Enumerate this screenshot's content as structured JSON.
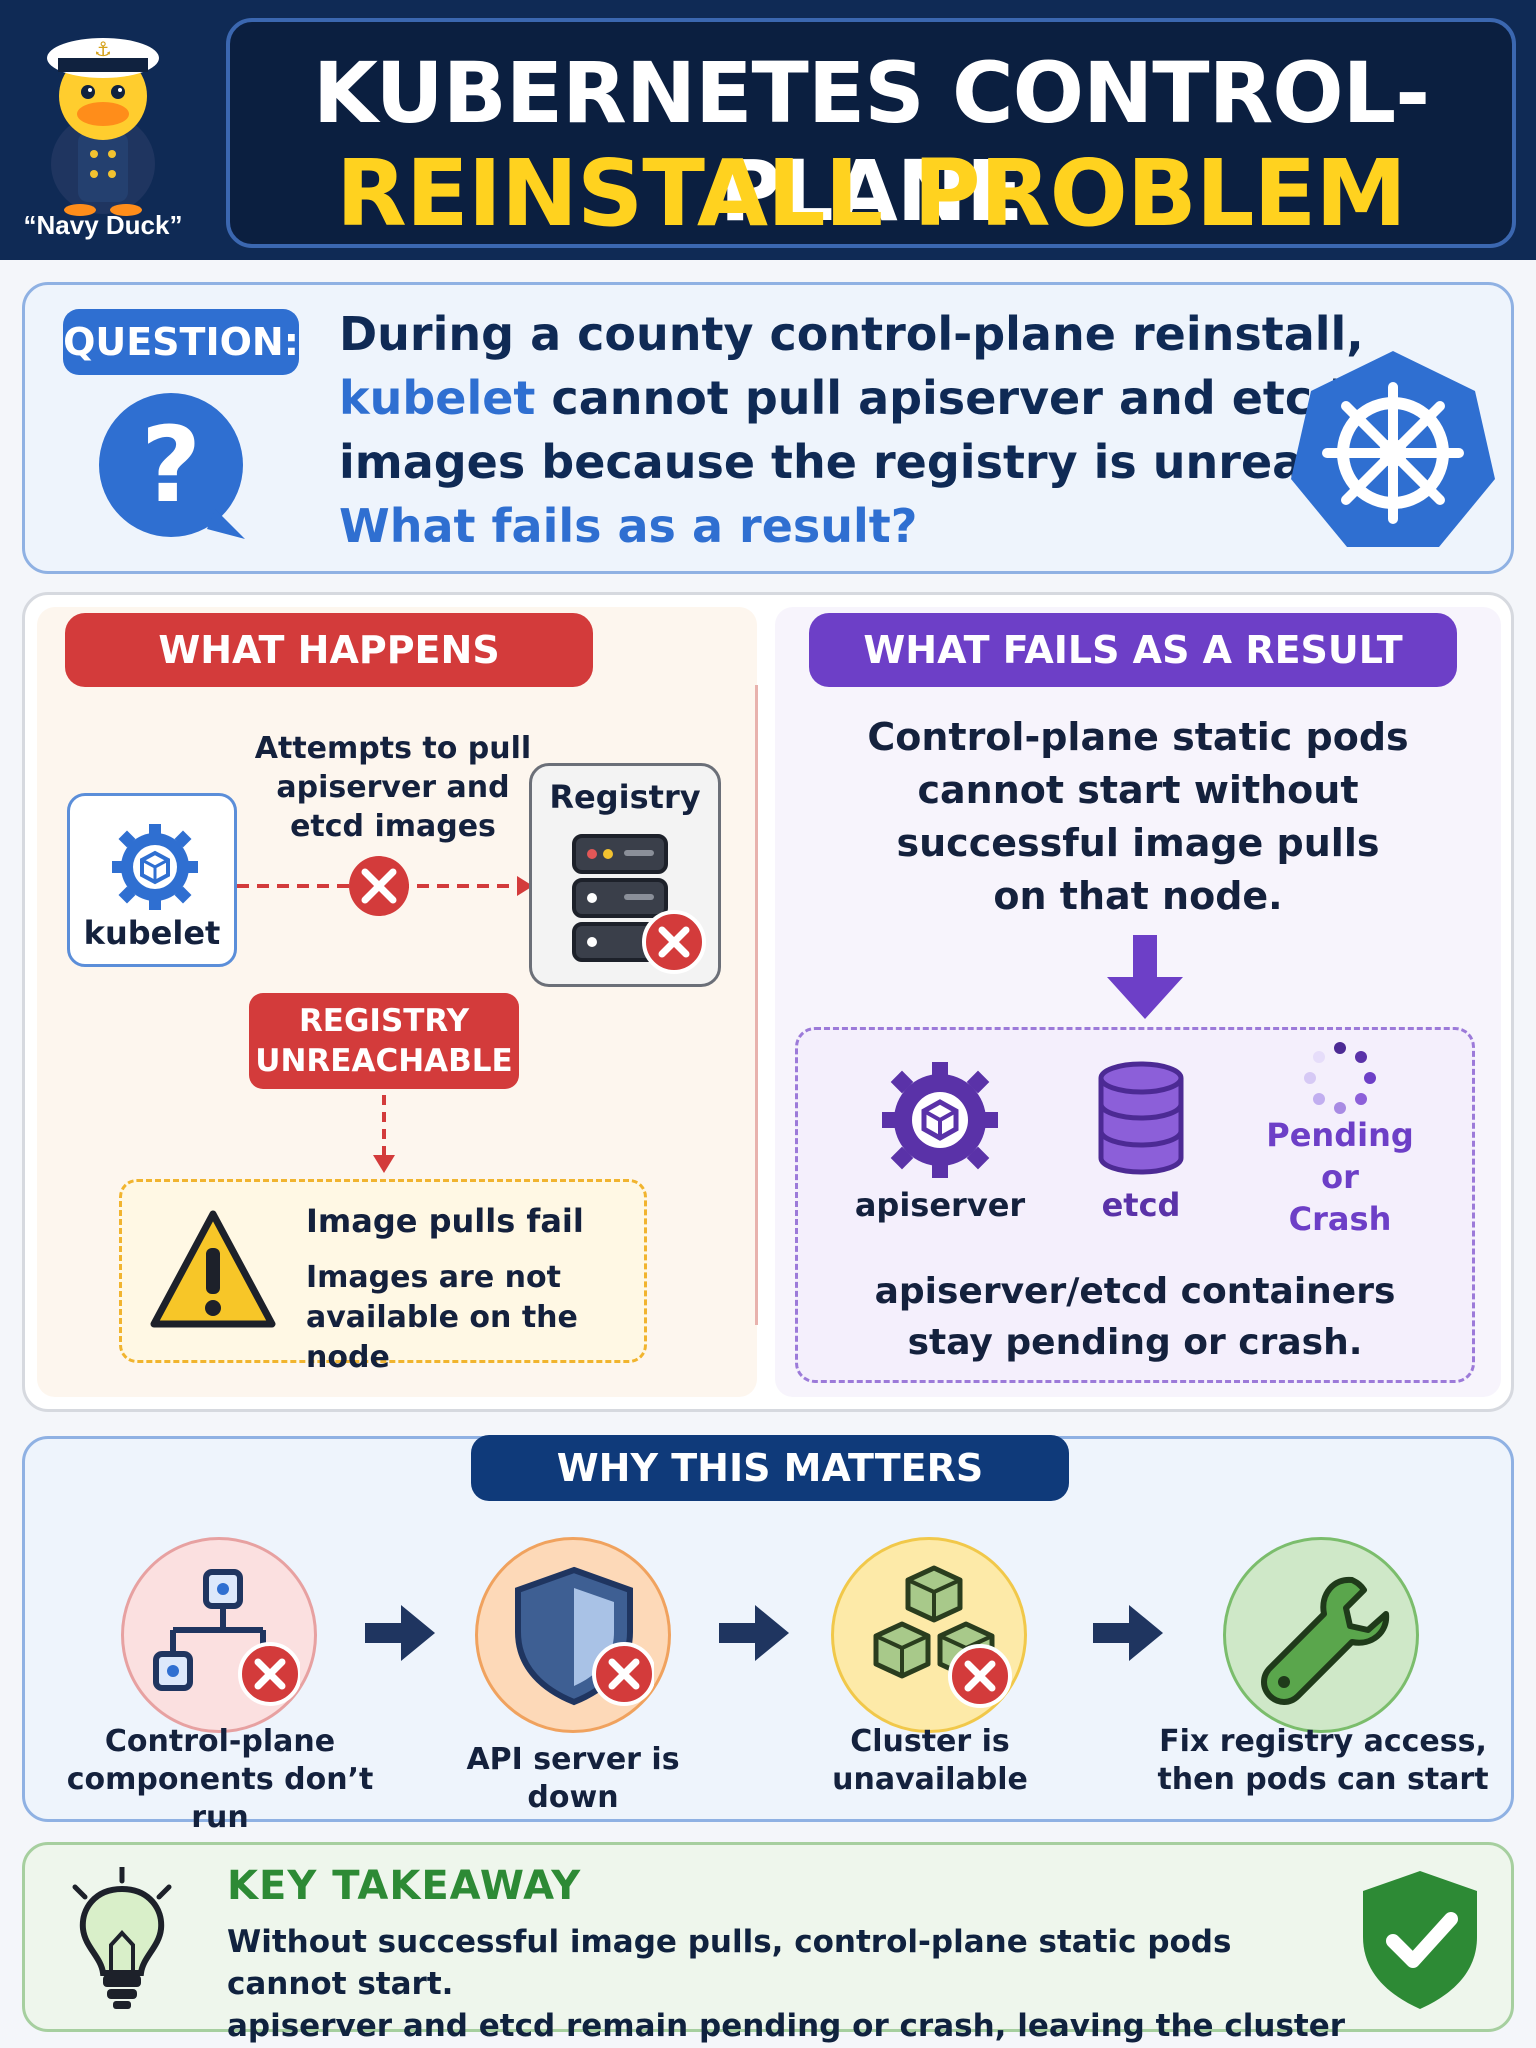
{
  "header": {
    "mascot_label": "“Navy Duck”",
    "title_line1": "KUBERNETES CONTROL-PLANE",
    "title_line2": "REINSTALL PROBLEM"
  },
  "question": {
    "badge": "QUESTION:",
    "line1": "During a county control-plane reinstall,",
    "line2_highlight": "kubelet",
    "line2_rest": " cannot pull apiserver and etcd",
    "line3": "images because the registry is unreachable.",
    "line4": "What fails as a result?"
  },
  "what_happens": {
    "header": "WHAT HAPPENS",
    "kubelet_label": "kubelet",
    "attempts": "Attempts to pull apiserver and etcd images",
    "registry_label": "Registry",
    "unreachable_line1": "REGISTRY",
    "unreachable_line2": "UNREACHABLE",
    "warn_title": "Image pulls fail",
    "warn_desc_line1": "Images are not",
    "warn_desc_line2": "available on the node"
  },
  "what_fails": {
    "header": "WHAT FAILS AS A RESULT",
    "static_pods_line1": "Control-plane static pods",
    "static_pods_line2": "cannot start without",
    "static_pods_line3": "successful image pulls",
    "static_pods_line4": "on that node.",
    "apiserver_label": "apiserver",
    "etcd_label": "etcd",
    "pending_line1": "Pending",
    "pending_line2": "or",
    "pending_line3": "Crash",
    "consequence_line1": "apiserver/etcd containers",
    "consequence_line2": "stay pending or crash."
  },
  "why_matters": {
    "header": "WHY THIS MATTERS",
    "steps": [
      {
        "line1": "Control-plane",
        "line2": "components don’t run"
      },
      {
        "line1": "API server is down",
        "line2": ""
      },
      {
        "line1": "Cluster is",
        "line2": "unavailable"
      },
      {
        "line1": "Fix registry access,",
        "line2": "then pods can start"
      }
    ]
  },
  "takeaway": {
    "title": "KEY TAKEAWAY",
    "line1": "Without successful image pulls, control-plane static pods cannot start.",
    "line2": "apiserver and etcd remain pending or crash, leaving the cluster down."
  },
  "colors": {
    "navy": "#0f2a55",
    "yellow": "#ffd21f",
    "blue": "#2f6fd1",
    "red": "#d33b3b",
    "purple": "#6d3fc7",
    "green": "#2d8a35"
  },
  "icons": [
    "duck-mascot-icon",
    "question-bubble-icon",
    "kubernetes-helm-icon",
    "gear-cube-icon",
    "server-rack-icon",
    "error-x-icon",
    "warning-triangle-icon",
    "database-icon",
    "spinner-icon",
    "network-nodes-icon",
    "shield-icon",
    "cubes-icon",
    "wrench-icon",
    "lightbulb-icon",
    "check-shield-icon"
  ]
}
